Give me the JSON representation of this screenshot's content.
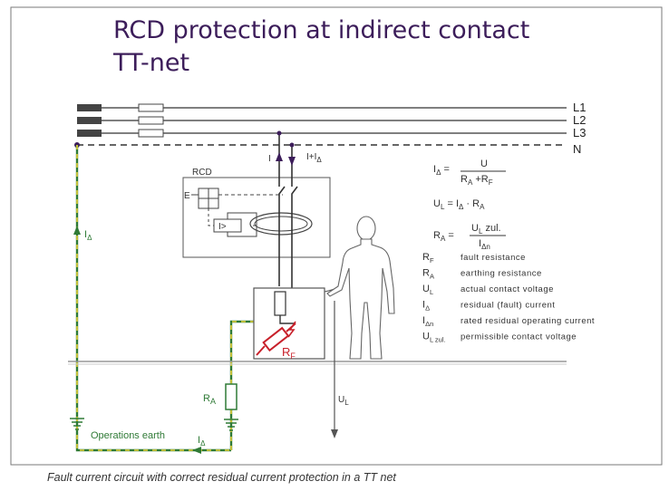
{
  "title": {
    "line1": "RCD protection at indirect contact",
    "line2": "TT-net"
  },
  "conductors": {
    "l1": "L1",
    "l2": "L2",
    "l3": "L3",
    "n": "N"
  },
  "labels": {
    "rcd": "RCD",
    "rcd_e": "E",
    "rcd_sensor": "I>",
    "current_i": "I",
    "current_i_plus": "I+I",
    "current_i_plus_sub": "Δ",
    "i_delta_left": "I",
    "i_delta_left_sub": "Δ",
    "i_delta_bottom": "I",
    "i_delta_bottom_sub": "Δ",
    "ra": "R",
    "ra_sub": "A",
    "rf": "R",
    "rf_sub": "F",
    "ul": "U",
    "ul_sub": "L",
    "operations_earth": "Operations earth"
  },
  "formulas": {
    "f1_lhs": "I",
    "f1_lhs_sub": "Δ",
    "f1_num": "U",
    "f1_den": "R  +R",
    "f2": "U  = I  · R",
    "f3_lhs": "R",
    "f3_num": "U  zul.",
    "f3_den": "I"
  },
  "legend": [
    {
      "sym": "R",
      "sub": "F",
      "text": "fault resistance"
    },
    {
      "sym": "R",
      "sub": "A",
      "text": "earthing resistance"
    },
    {
      "sym": "U",
      "sub": "L",
      "text": "actual contact voltage"
    },
    {
      "sym": "I",
      "sub": "Δ",
      "text": "residual (fault) current"
    },
    {
      "sym": "I",
      "sub": "Δn",
      "text": "rated residual operating current"
    },
    {
      "sym": "U",
      "sub": "L zul.",
      "text": "permissible contact voltage"
    }
  ],
  "caption": "Fault current circuit with correct residual current protection in a TT net",
  "colors": {
    "title": "#3c1d5a",
    "earth": "#2f7a36",
    "earth_dash": "#e8d23a",
    "fault": "#c8202a",
    "wire": "#333333",
    "frame": "#7a7a7a"
  }
}
